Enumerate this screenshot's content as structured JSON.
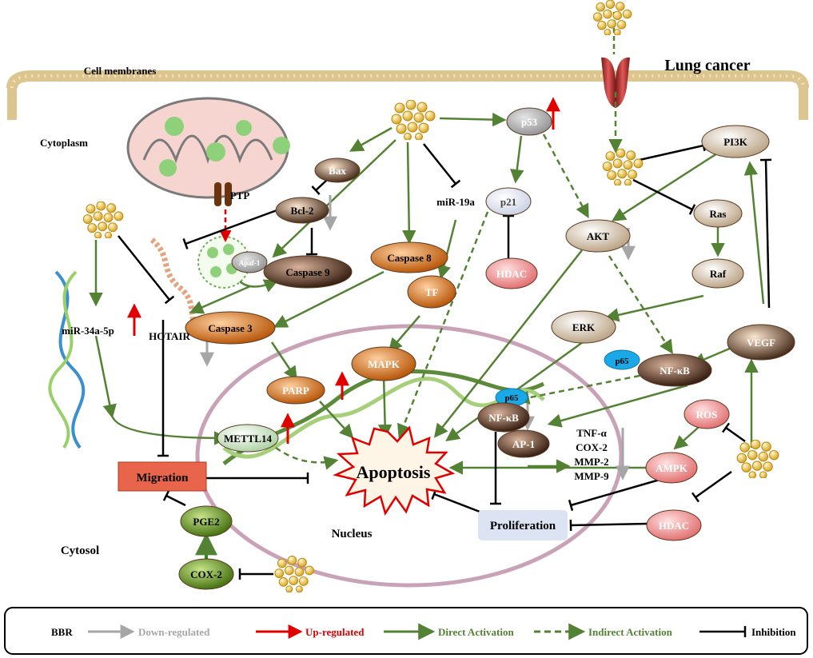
{
  "labels": {
    "cell_membranes": "Cell membranes",
    "cytoplasm": "Cytoplasm",
    "lung_cancer": "Lung cancer",
    "cytosol": "Cytosol",
    "nucleus": "Nucleus",
    "ptp": "PTP",
    "apoptosis": "Apoptosis"
  },
  "nodes": {
    "bax": "Bax",
    "bcl2": "Bcl-2",
    "caspase9": "Caspase 9",
    "caspase8": "Caspase 8",
    "caspase3": "Caspase 3",
    "apaf1": "Apaf-1",
    "mir19a": "miR-19a",
    "tf": "TF",
    "p53": "p53",
    "p21": "p21",
    "hdac_top": "HDAC",
    "akt": "AKT",
    "pi3k": "PI3K",
    "ras": "Ras",
    "raf": "Raf",
    "erk": "ERK",
    "vegf": "VEGF",
    "p65_top": "p65",
    "nfkb_top": "NF-κB",
    "p65_inner": "p65",
    "nfkb_inner": "NF-κB",
    "ap1": "AP-1",
    "tnf": "TNF-α",
    "cox2_gene": "COX-2",
    "mmp2": "MMP-2",
    "mmp9": "MMP-9",
    "ros": "ROS",
    "ampk": "AMPK",
    "hdac_bottom": "HDAC",
    "proliferation": "Proliferation",
    "mapk": "MAPK",
    "parp": "PARP",
    "mettl14": "METTL14",
    "mir34a": "miR-34a-5p",
    "hotair": "HOTAIR",
    "migration": "Migration",
    "pge2": "PGE2",
    "cox2": "COX-2"
  },
  "legend": {
    "bbr": "BBR",
    "down": "Down-regulated",
    "up": "Up-regulated",
    "direct": "Direct Activation",
    "indirect": "Indirect Activation",
    "inhibition": "Inhibition"
  },
  "colors": {
    "green": "#548235",
    "red": "#e00000",
    "gray": "#a6a6a6",
    "black": "#000000",
    "bbr": "#f5d76e",
    "membrane": "#dcc58e",
    "nucleus": "#c9a2b7",
    "migration": "#e8644a",
    "proliferation": "#dce3f2"
  }
}
